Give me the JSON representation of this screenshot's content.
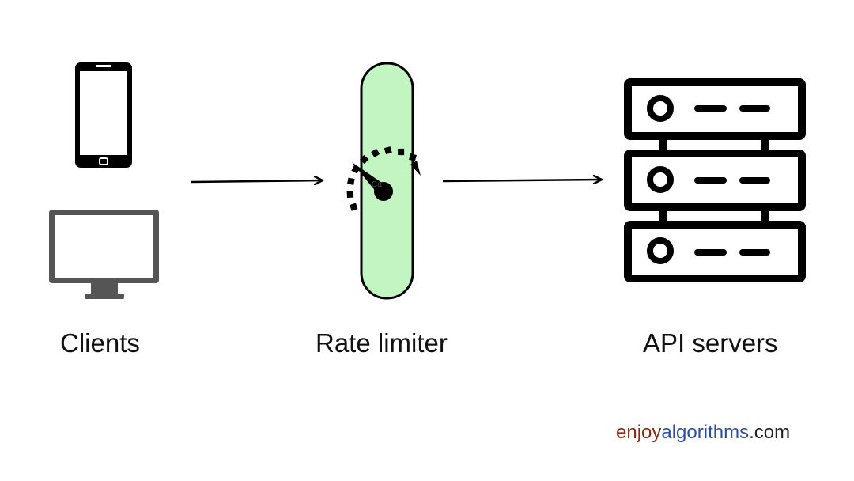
{
  "nodes": {
    "clients": {
      "label": "Clients"
    },
    "rate_limiter": {
      "label": "Rate limiter",
      "gauge_text": "Ca"
    },
    "api_servers": {
      "label": "API servers"
    }
  },
  "watermark": {
    "part1": "enjoy",
    "part2": "algorithms",
    "part3": ".com"
  },
  "colors": {
    "limiter_fill": "#c2f5c2",
    "monitor": "#555555",
    "stroke": "#000000",
    "watermark_enjoy": "#8a2a12",
    "watermark_algorithms": "#2e4fa0"
  }
}
